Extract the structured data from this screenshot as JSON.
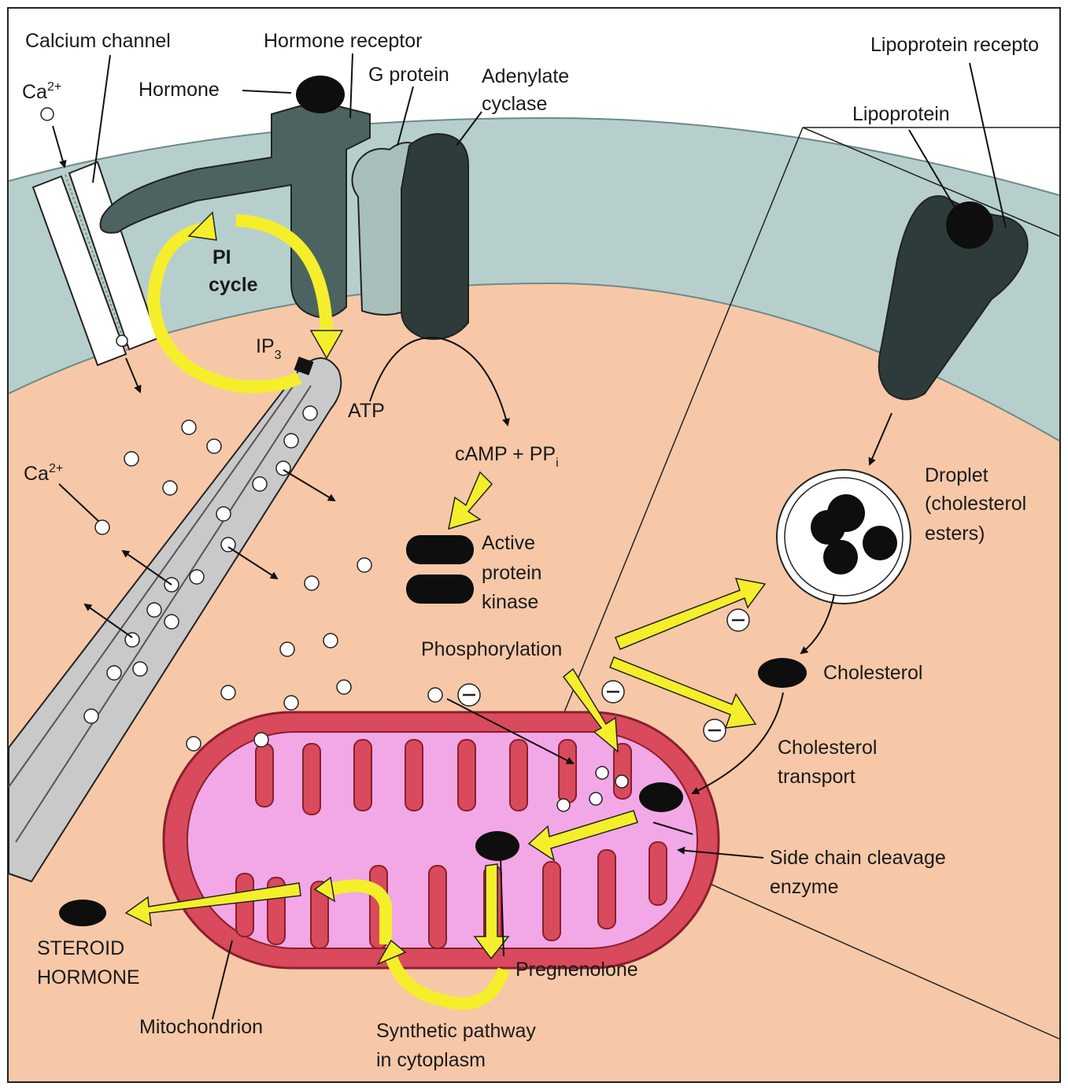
{
  "labels": {
    "calcium_channel": "Calcium channel",
    "hormone_receptor": "Hormone receptor",
    "g_protein": "G protein",
    "adenylate_cyclase_1": "Adenylate",
    "adenylate_cyclase_2": "cyclase",
    "lipoprotein_receptor": "Lipoprotein recepto",
    "lipoprotein": "Lipoprotein",
    "hormone": "Hormone",
    "ca_top": "Ca",
    "ca_top_sup": "2+",
    "ca_mid": "Ca",
    "ca_mid_sup": "2+",
    "pi_cycle_1": "PI",
    "pi_cycle_2": "cycle",
    "ip3": "IP",
    "ip3_sub": "3",
    "atp": "ATP",
    "camp": "cAMP + PP",
    "camp_sub": "i",
    "active_protein_kinase_1": "Active",
    "active_protein_kinase_2": "protein",
    "active_protein_kinase_3": "kinase",
    "phosphorylation": "Phosphorylation",
    "droplet_1": "Droplet",
    "droplet_2": "(cholesterol",
    "droplet_3": "esters)",
    "cholesterol": "Cholesterol",
    "cholesterol_transport_1": "Cholesterol",
    "cholesterol_transport_2": "transport",
    "side_chain_1": "Side chain cleavage",
    "side_chain_2": "enzyme",
    "pregnenolone": "Pregnenolone",
    "steroid_hormone_1": "STEROID",
    "steroid_hormone_2": "HORMONE",
    "mitochondrion": "Mitochondrion",
    "synthetic_pathway_1": "Synthetic pathway",
    "synthetic_pathway_2": "in cytoplasm",
    "minus_sign": "−"
  },
  "colors": {
    "membrane": "#b7cfcc",
    "cytoplasm": "#f6c8a8",
    "mitochondrion_outer": "#d94a5c",
    "mitochondrion_inner": "#f2a8e6",
    "yellow_arrow": "#f4ef2a",
    "receptor_dark": "#2d3c3a",
    "receptor_mid": "#4c6361",
    "g_protein": "#a9bfbc"
  }
}
